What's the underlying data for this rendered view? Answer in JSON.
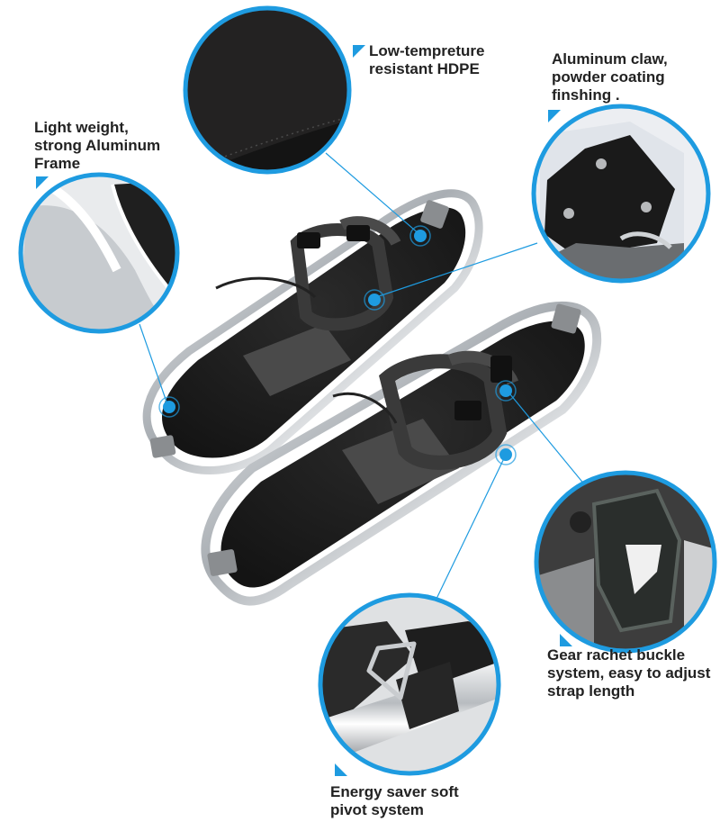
{
  "colors": {
    "accent": "#1e9be0",
    "text": "#222222",
    "background": "#ffffff",
    "deck": "#1c1c1c",
    "frame": "#c8ccd0",
    "strap": "#3a3a3a"
  },
  "callouts": [
    {
      "id": "hdpe",
      "label": "Low-tempreture\nresistant HDPE",
      "icon": "hdpe-deck-closeup"
    },
    {
      "id": "claw",
      "label": "Aluminum claw,\npowder coating\nfinshing .",
      "icon": "aluminum-claw-closeup"
    },
    {
      "id": "frame",
      "label": "Light weight,\nstrong Aluminum\nFrame",
      "icon": "aluminum-frame-closeup"
    },
    {
      "id": "buckle",
      "label": "Gear rachet buckle\nsystem, easy to adjust\nstrap length",
      "icon": "ratchet-buckle-closeup"
    },
    {
      "id": "pivot",
      "label": "Energy saver soft\npivot system",
      "icon": "pivot-system-closeup"
    }
  ],
  "product": {
    "name": "snowshoes-pair",
    "icon": "snowshoe-icon"
  }
}
